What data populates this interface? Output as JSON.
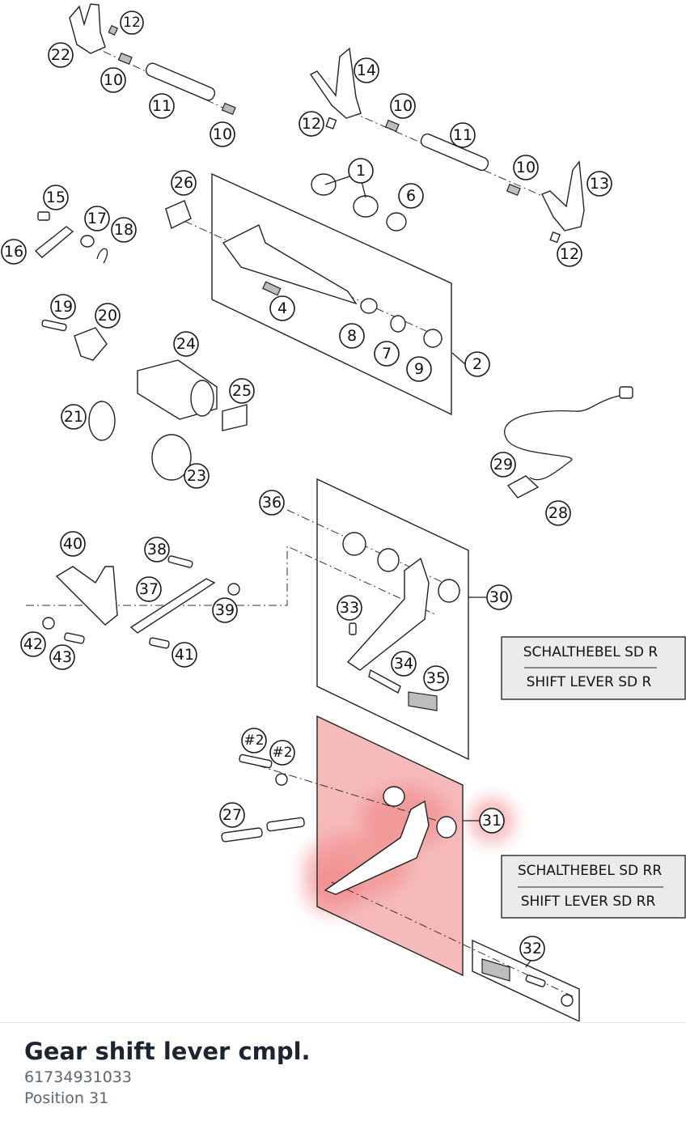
{
  "diagram": {
    "callouts": [
      {
        "id": "c-12a",
        "label": "12"
      },
      {
        "id": "c-22",
        "label": "22"
      },
      {
        "id": "c-10a",
        "label": "10"
      },
      {
        "id": "c-11a",
        "label": "11"
      },
      {
        "id": "c-10b",
        "label": "10"
      },
      {
        "id": "c-14",
        "label": "14"
      },
      {
        "id": "c-10c",
        "label": "10"
      },
      {
        "id": "c-12b",
        "label": "12"
      },
      {
        "id": "c-11b",
        "label": "11"
      },
      {
        "id": "c-10d",
        "label": "10"
      },
      {
        "id": "c-13",
        "label": "13"
      },
      {
        "id": "c-12c",
        "label": "12"
      },
      {
        "id": "c-1",
        "label": "1"
      },
      {
        "id": "c-6",
        "label": "6"
      },
      {
        "id": "c-26",
        "label": "26"
      },
      {
        "id": "c-15",
        "label": "15"
      },
      {
        "id": "c-17",
        "label": "17"
      },
      {
        "id": "c-18",
        "label": "18"
      },
      {
        "id": "c-16",
        "label": "16"
      },
      {
        "id": "c-4",
        "label": "4"
      },
      {
        "id": "c-8",
        "label": "8"
      },
      {
        "id": "c-7",
        "label": "7"
      },
      {
        "id": "c-9",
        "label": "9"
      },
      {
        "id": "c-2",
        "label": "2"
      },
      {
        "id": "c-19",
        "label": "19"
      },
      {
        "id": "c-20",
        "label": "20"
      },
      {
        "id": "c-24",
        "label": "24"
      },
      {
        "id": "c-25",
        "label": "25"
      },
      {
        "id": "c-21",
        "label": "21"
      },
      {
        "id": "c-23",
        "label": "23"
      },
      {
        "id": "c-29",
        "label": "29"
      },
      {
        "id": "c-28",
        "label": "28"
      },
      {
        "id": "c-36",
        "label": "36"
      },
      {
        "id": "c-40",
        "label": "40"
      },
      {
        "id": "c-38",
        "label": "38"
      },
      {
        "id": "c-37",
        "label": "37"
      },
      {
        "id": "c-39",
        "label": "39"
      },
      {
        "id": "c-33",
        "label": "33"
      },
      {
        "id": "c-30",
        "label": "30"
      },
      {
        "id": "c-42",
        "label": "42"
      },
      {
        "id": "c-43",
        "label": "43"
      },
      {
        "id": "c-41",
        "label": "41"
      },
      {
        "id": "c-34",
        "label": "34"
      },
      {
        "id": "c-35",
        "label": "35"
      },
      {
        "id": "c-h2a",
        "label": "#2"
      },
      {
        "id": "c-h2b",
        "label": "#2"
      },
      {
        "id": "c-27",
        "label": "27"
      },
      {
        "id": "c-31",
        "label": "31"
      },
      {
        "id": "c-32",
        "label": "32"
      }
    ],
    "labels": {
      "sd_r": {
        "de": "SCHALTHEBEL SD R",
        "en": "SHIFT LEVER SD R"
      },
      "sd_rr": {
        "de": "SCHALTHEBEL SD RR",
        "en": "SHIFT LEVER SD RR"
      }
    },
    "highlight_color": "#f08080"
  },
  "part": {
    "title": "Gear shift lever cmpl.",
    "number": "61734931033",
    "position": "Position 31"
  }
}
